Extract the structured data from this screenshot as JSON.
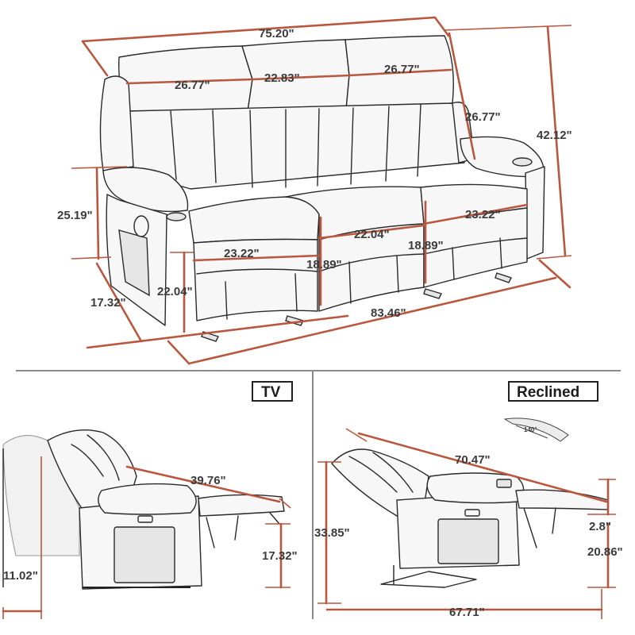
{
  "colors": {
    "dimension_line": "#b9573f",
    "outline": "#2a2a2a",
    "text": "#3b3b3b",
    "divider": "#8a8a8a"
  },
  "top_view": {
    "overall_width": "75.20\"",
    "back_cushion_left": "26.77\"",
    "back_cushion_middle": "22.83\"",
    "back_cushion_right": "26.77\"",
    "back_cushion_height": "26.77\"",
    "overall_height": "42.12\"",
    "arm_height": "25.19\"",
    "seat_width_right": "23.22\"",
    "seat_width_middle": "22.04\"",
    "seat_width_left": "23.22\"",
    "seat_depth_middle": "18.89\"",
    "seat_depth_right": "18.89\"",
    "seat_height": "22.04\"",
    "arm_depth": "17.32\"",
    "overall_depth": "83.46\""
  },
  "tv_view": {
    "badge": "TV",
    "extended_length": "39.76\"",
    "footrest_height": "17.32\"",
    "wall_clearance": "11.02\""
  },
  "reclined_view": {
    "badge": "Reclined",
    "recline_angle": "140°",
    "reclined_length": "70.47\"",
    "total_height": "33.85\"",
    "footrest_thickness": "2.8\"",
    "footrest_height": "20.86\"",
    "total_depth": "67.71\""
  }
}
